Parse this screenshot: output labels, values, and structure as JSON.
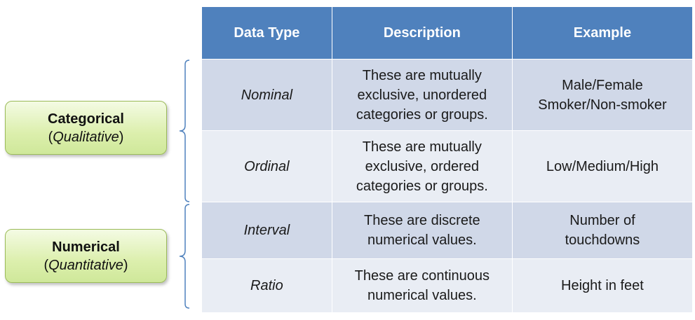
{
  "table": {
    "headers": [
      "Data Type",
      "Description",
      "Example"
    ],
    "rows": [
      {
        "type": "Nominal",
        "description_lines": [
          "These are mutually",
          "exclusive, unordered",
          "categories or groups."
        ],
        "example_lines": [
          "Male/Female",
          "Smoker/Non-smoker"
        ]
      },
      {
        "type": "Ordinal",
        "description_lines": [
          "These are mutually",
          "exclusive, ordered",
          "categories or groups."
        ],
        "example_lines": [
          "Low/Medium/High"
        ]
      },
      {
        "type": "Interval",
        "description_lines": [
          "These are discrete",
          "numerical values."
        ],
        "example_lines": [
          "Number of",
          "touchdowns"
        ]
      },
      {
        "type": "Ratio",
        "description_lines": [
          "These are continuous",
          "numerical values."
        ],
        "example_lines": [
          "Height in feet"
        ]
      }
    ]
  },
  "groups": {
    "categorical": {
      "title": "Categorical",
      "open_paren": "(",
      "subtitle": "Qualitative",
      "close_paren": ")"
    },
    "numerical": {
      "title": "Numerical",
      "open_paren": "(",
      "subtitle": "Quantitative",
      "close_paren": ")"
    }
  },
  "colors": {
    "header_bg": "#4f81bd",
    "row_dark": "#d0d8e8",
    "row_light": "#e9edf4",
    "box_border": "#9bbb59",
    "brace": "#4f81bd"
  }
}
